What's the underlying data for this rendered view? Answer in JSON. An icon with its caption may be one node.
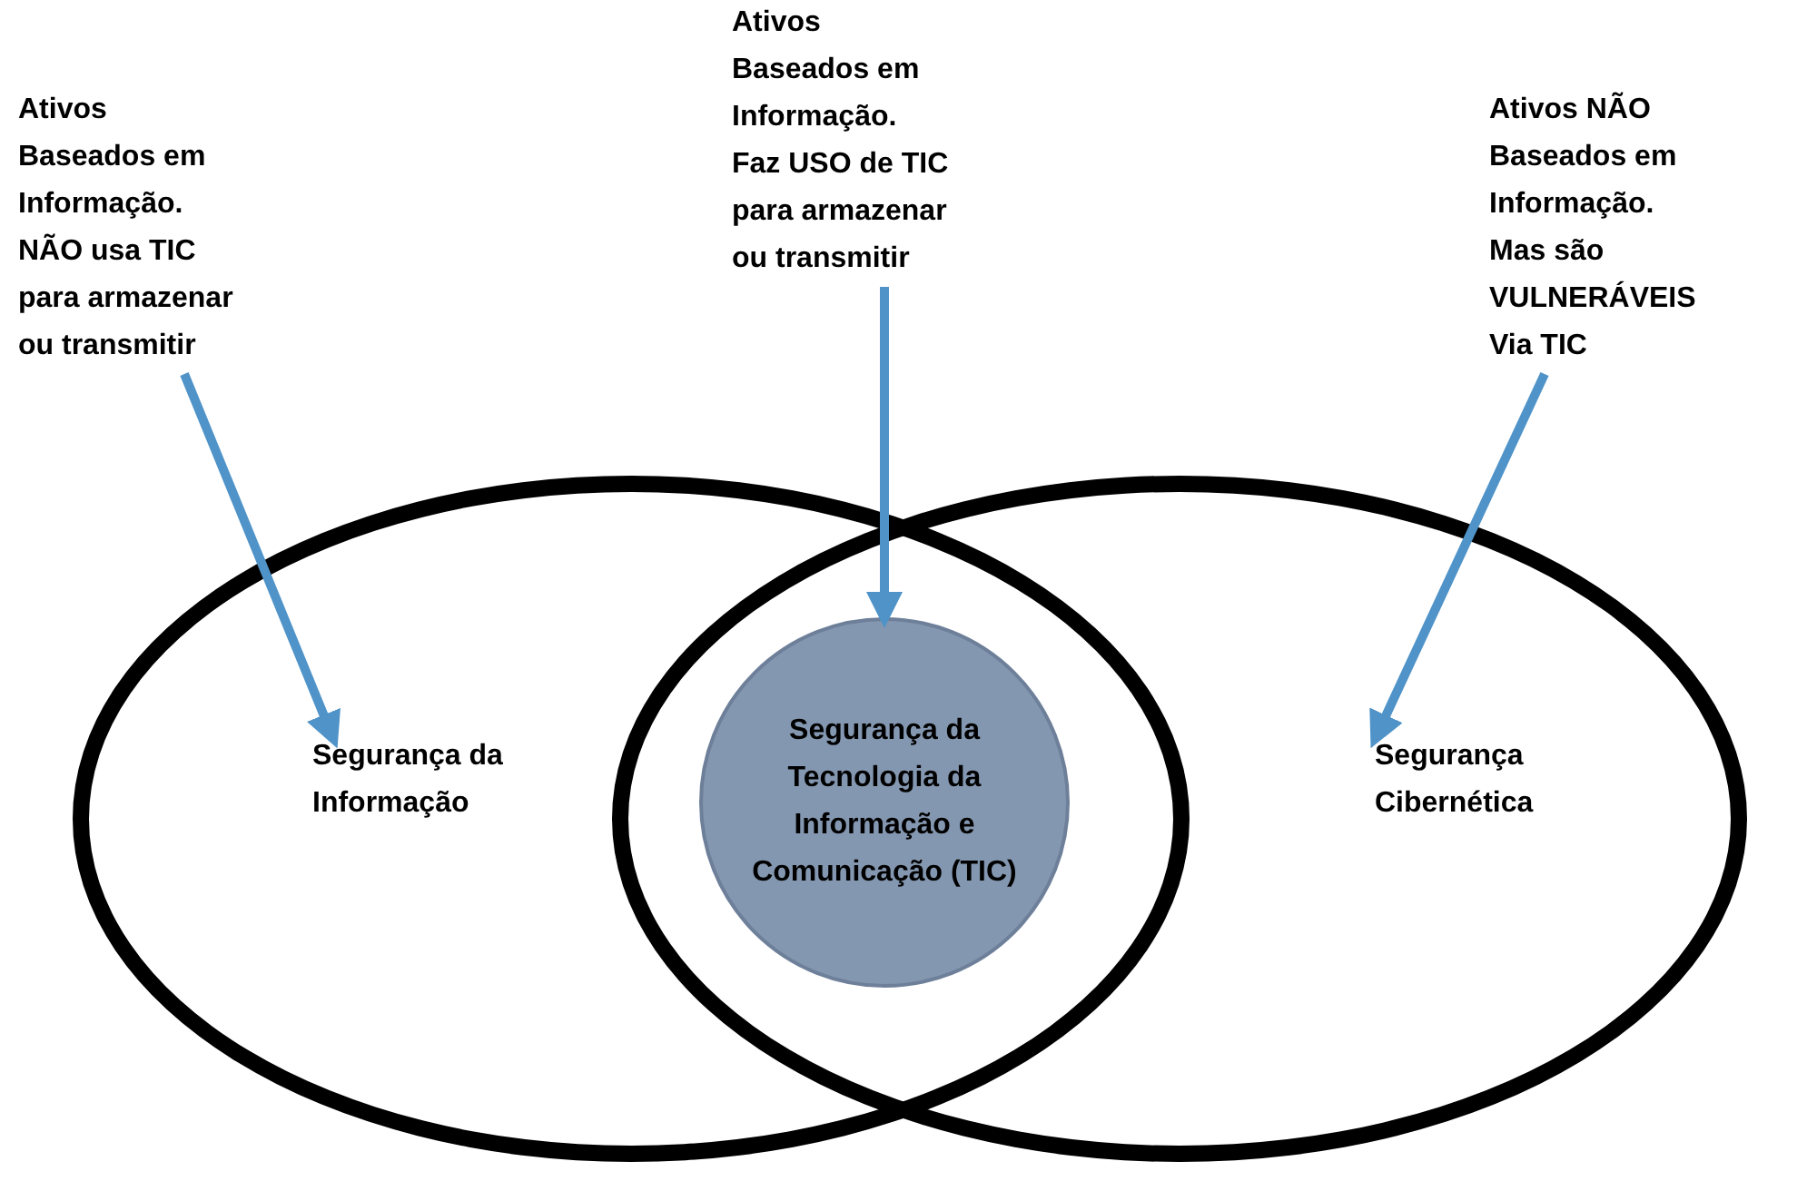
{
  "diagram": {
    "nodes": [
      {
        "text": [
          "Segurança da Informação"
        ]
      },
      {
        "text": [
          "Segurança da Tecnologia da Informação e Comunicação (TIC)"
        ]
      },
      {
        "text": [
          "Segurança Cibernética"
        ]
      },
      {
        "text": [
          "Ativos Baseados em Informação. NÃO usa TIC para armazenar ou transmitir"
        ]
      },
      {
        "text": [
          "Ativos Baseados em Informação. Faz USO de TIC para armazenar ou transmitir"
        ]
      },
      {
        "text": [
          "Ativos NÃO Baseados em Informação. Mas são VULNERÁVEIS Via TIC"
        ]
      }
    ],
    "edges": [
      {
        "from": 3,
        "to": 0,
        "arrow": "to"
      },
      {
        "from": 4,
        "to": 1,
        "arrow": "to"
      },
      {
        "from": 5,
        "to": 2,
        "arrow": "to"
      }
    ]
  }
}
